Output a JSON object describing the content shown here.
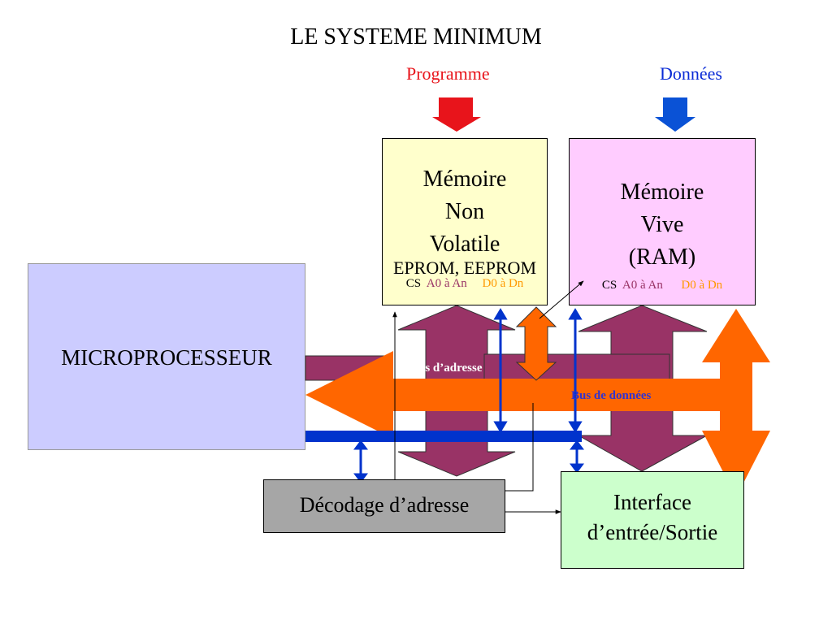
{
  "title": "LE SYSTEME MINIMUM",
  "inputs": {
    "programme": "Programme",
    "donnees": "Données"
  },
  "rom": {
    "line1": "Mémoire",
    "line2": "Non",
    "line3": "Volatile",
    "type": "EPROM, EEPROM",
    "cs": "CS",
    "addr": "A0 à An",
    "data": "D0 à Dn"
  },
  "ram": {
    "line1": "Mémoire",
    "line2": "Vive",
    "line3": "(RAM)",
    "cs": "CS",
    "addr": "A0 à An",
    "data": "D0 à Dn"
  },
  "cpu": {
    "label": "MICROPROCESSEUR"
  },
  "decoder": {
    "label": "Décodage d’adresse"
  },
  "io": {
    "line1": "Interface",
    "line2": "d’entrée/Sortie"
  },
  "buses": {
    "address": "Bus d’adresse",
    "data": "Bus de données"
  },
  "colors": {
    "address_bus": "#993366",
    "data_bus": "#ff6600",
    "control_bus": "#0033cc",
    "prog_arrow": "#e8141b",
    "data_arrow": "#0a52d6"
  }
}
